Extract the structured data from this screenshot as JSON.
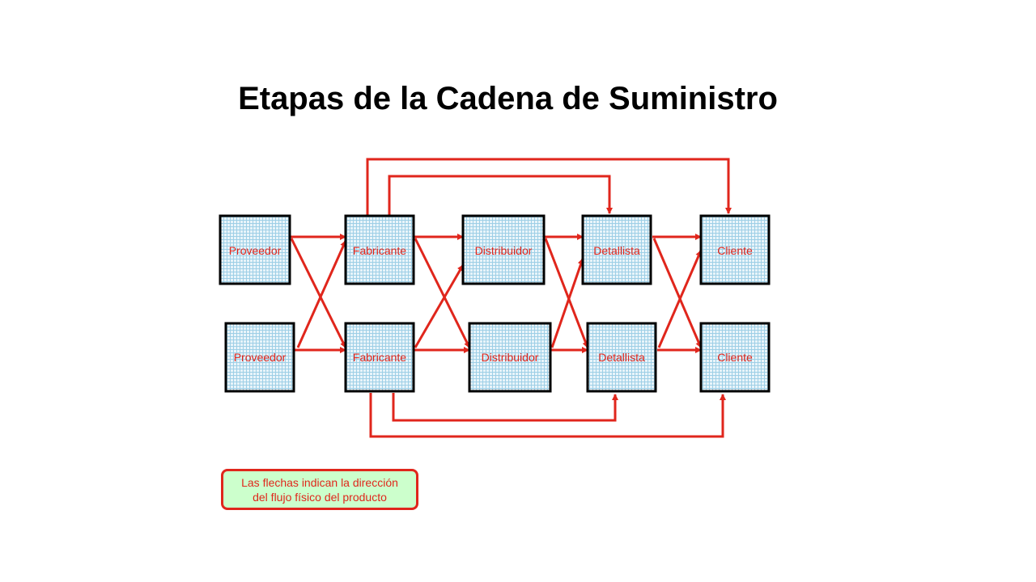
{
  "title": "Etapas de la Cadena de Suministro",
  "colors": {
    "arrow": "#e0261c",
    "node_border": "#000000",
    "node_fill": "#e8f4fa",
    "node_pattern": "#9ecfe6",
    "label": "#e0261c",
    "note_fill": "#ccffcc"
  },
  "nodes": {
    "top": [
      "Proveedor",
      "Fabricante",
      "Distribuidor",
      "Detallista",
      "Cliente"
    ],
    "bottom": [
      "Proveedor",
      "Fabricante",
      "Distribuidor",
      "Detallista",
      "Cliente"
    ]
  },
  "note": {
    "line1": "Las flechas indican la dirección",
    "line2": "del flujo físico del producto"
  }
}
